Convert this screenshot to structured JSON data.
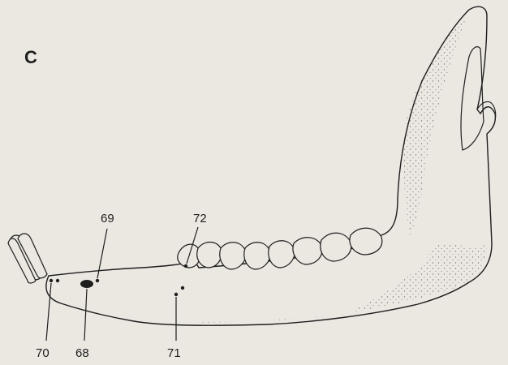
{
  "figure": {
    "panel_label": "C",
    "colors": {
      "paper": "#ebe7e1",
      "ink": "#1e1e1e"
    },
    "labels": {
      "foramen_68": "68",
      "foramen_69": "69",
      "foramen_70": "70",
      "foramen_71": "71",
      "foramen_72": "72"
    }
  }
}
